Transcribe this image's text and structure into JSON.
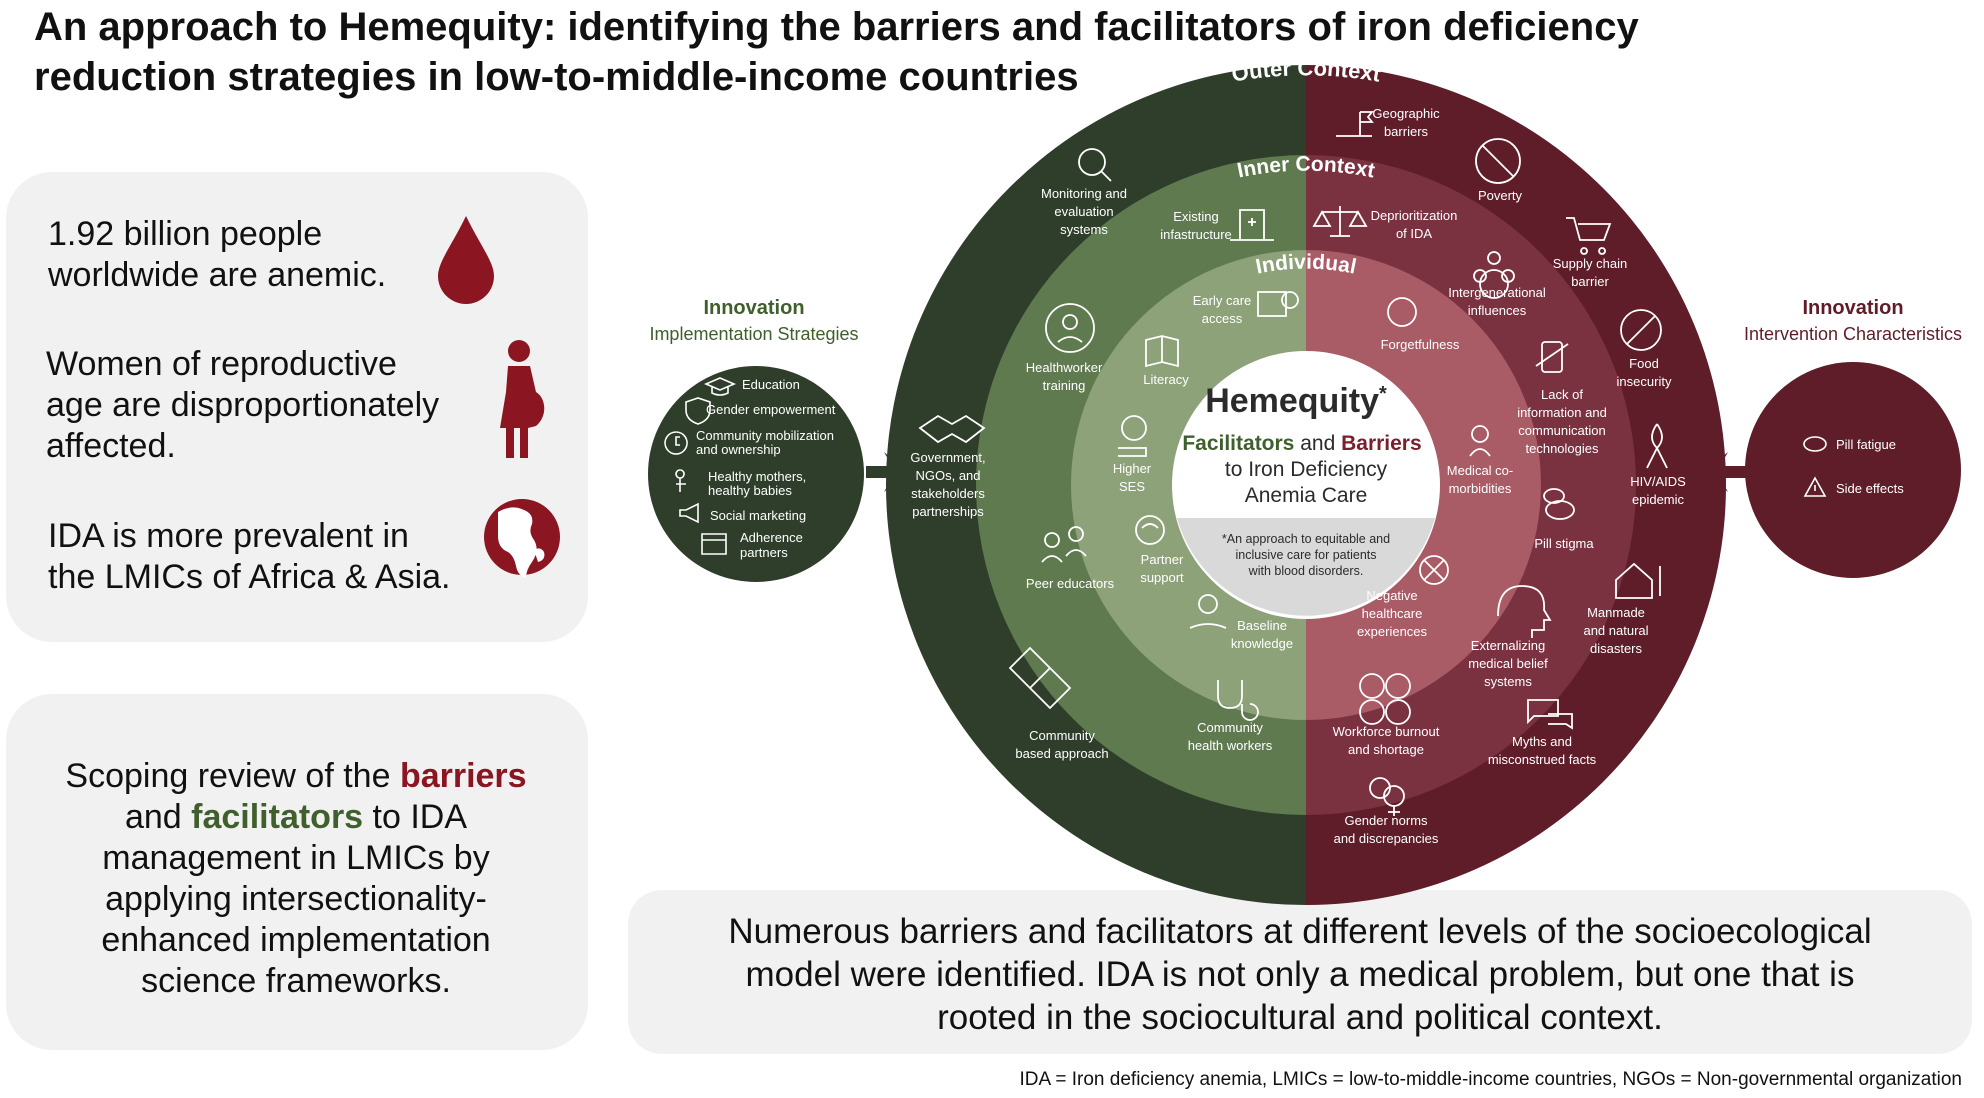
{
  "title": {
    "line1": "An approach to Hemequity: identifying the barriers and facilitators of iron deficiency",
    "line2": "reduction strategies in low-to-middle-income countries"
  },
  "stats": {
    "anemic_l1": "1.92 billion people",
    "anemic_l2": "worldwide are anemic.",
    "women_l1": "Women of reproductive",
    "women_l2": "age are disproportionately",
    "women_l3": "affected.",
    "ida_l1": "IDA is more prevalent in",
    "ida_l2": "the LMICs of Africa & Asia."
  },
  "scope": {
    "p1": "Scoping review of the ",
    "barriers": "barriers",
    "p2": "and ",
    "facilitators": "facilitators",
    "p3": " to IDA",
    "p4": "management in LMICs by",
    "p5": "applying intersectionality-",
    "p6": "enhanced implementation",
    "p7": "science frameworks."
  },
  "summary": {
    "l1": "Numerous barriers and facilitators at different levels of the socioecological",
    "l2": "model were identified. IDA is not only a medical problem, but one that is",
    "l3": "rooted in the sociocultural and political context."
  },
  "footnote": "IDA = Iron deficiency anemia, LMICs = low-to-middle-income countries, NGOs = Non-governmental organization",
  "colors": {
    "dark_green": "#2f3e2a",
    "mid_green": "#5f7a4f",
    "light_green": "#8da279",
    "dark_red": "#5e1d28",
    "mid_red": "#7a3240",
    "light_red": "#a95b66",
    "blood_red": "#8b1622"
  },
  "rings": {
    "outer": "Outer Context",
    "inner": "Inner Context",
    "individual": "Individual"
  },
  "center": {
    "title": "Hemequity",
    "asterisk": "*",
    "facilitators": "Facilitators",
    "and": " and ",
    "barriers": "Barriers",
    "l2": "to Iron Deficiency",
    "l3": "Anemia Care",
    "note_l1": "*An approach to equitable and",
    "note_l2": "inclusive care for patients",
    "note_l3": "with blood disorders."
  },
  "implementation": {
    "title": "Innovation",
    "subtitle": "Implementation Strategies",
    "items": [
      "Education",
      "Gender empowerment",
      "Community mobilization",
      "and ownership",
      "Healthy mothers,",
      "healthy babies",
      "Social marketing",
      "Adherence",
      "partners"
    ]
  },
  "intervention": {
    "title": "Innovation",
    "subtitle": "Intervention Characteristics",
    "items": [
      "Pill fatigue",
      "Side effects"
    ]
  },
  "outer_facilitators": {
    "monitoring": [
      "Monitoring and",
      "evaluation",
      "systems"
    ],
    "government": [
      "Government,",
      "NGOs, and",
      "stakeholders",
      "partnerships"
    ],
    "community_based": [
      "Community",
      "based approach"
    ]
  },
  "outer_barriers": {
    "geographic": [
      "Geographic",
      "barriers"
    ],
    "poverty": [
      "Poverty"
    ],
    "supply": [
      "Supply chain",
      "barrier"
    ],
    "food": [
      "Food",
      "insecurity"
    ],
    "hiv": [
      "HIV/AIDS",
      "epidemic"
    ],
    "disasters": [
      "Manmade",
      "and natural",
      "disasters"
    ],
    "myths": [
      "Myths and",
      "misconstrued facts"
    ],
    "gender": [
      "Gender norms",
      "and discrepancies"
    ]
  },
  "inner_facilitators": {
    "infrastructure": [
      "Existing",
      "infastructure"
    ],
    "healthworker": [
      "Healthworker",
      "training"
    ],
    "peer": [
      "Peer educators"
    ],
    "chw": [
      "Community",
      "health workers"
    ]
  },
  "inner_barriers": {
    "depriorization": [
      "Deprioritization",
      "of IDA"
    ],
    "intergen": [
      "Intergenerational",
      "influences"
    ],
    "lack_info": [
      "Lack of",
      "information and",
      "communication",
      "technologies"
    ],
    "pill_stigma": [
      "Pill stigma"
    ],
    "externalizing": [
      "Externalizing",
      "medical belief",
      "systems"
    ],
    "burnout": [
      "Workforce burnout",
      "and shortage"
    ]
  },
  "individual_facilitators": {
    "early": [
      "Early care",
      "access"
    ],
    "literacy": [
      "Literacy"
    ],
    "ses": [
      "Higher",
      "SES"
    ],
    "partner": [
      "Partner",
      "support"
    ],
    "baseline": [
      "Baseline",
      "knowledge"
    ]
  },
  "individual_barriers": {
    "forget": [
      "Forgetfulness"
    ],
    "comorb": [
      "Medical co-",
      "morbidities"
    ],
    "negative": [
      "Negative",
      "healthcare",
      "experiences"
    ]
  }
}
